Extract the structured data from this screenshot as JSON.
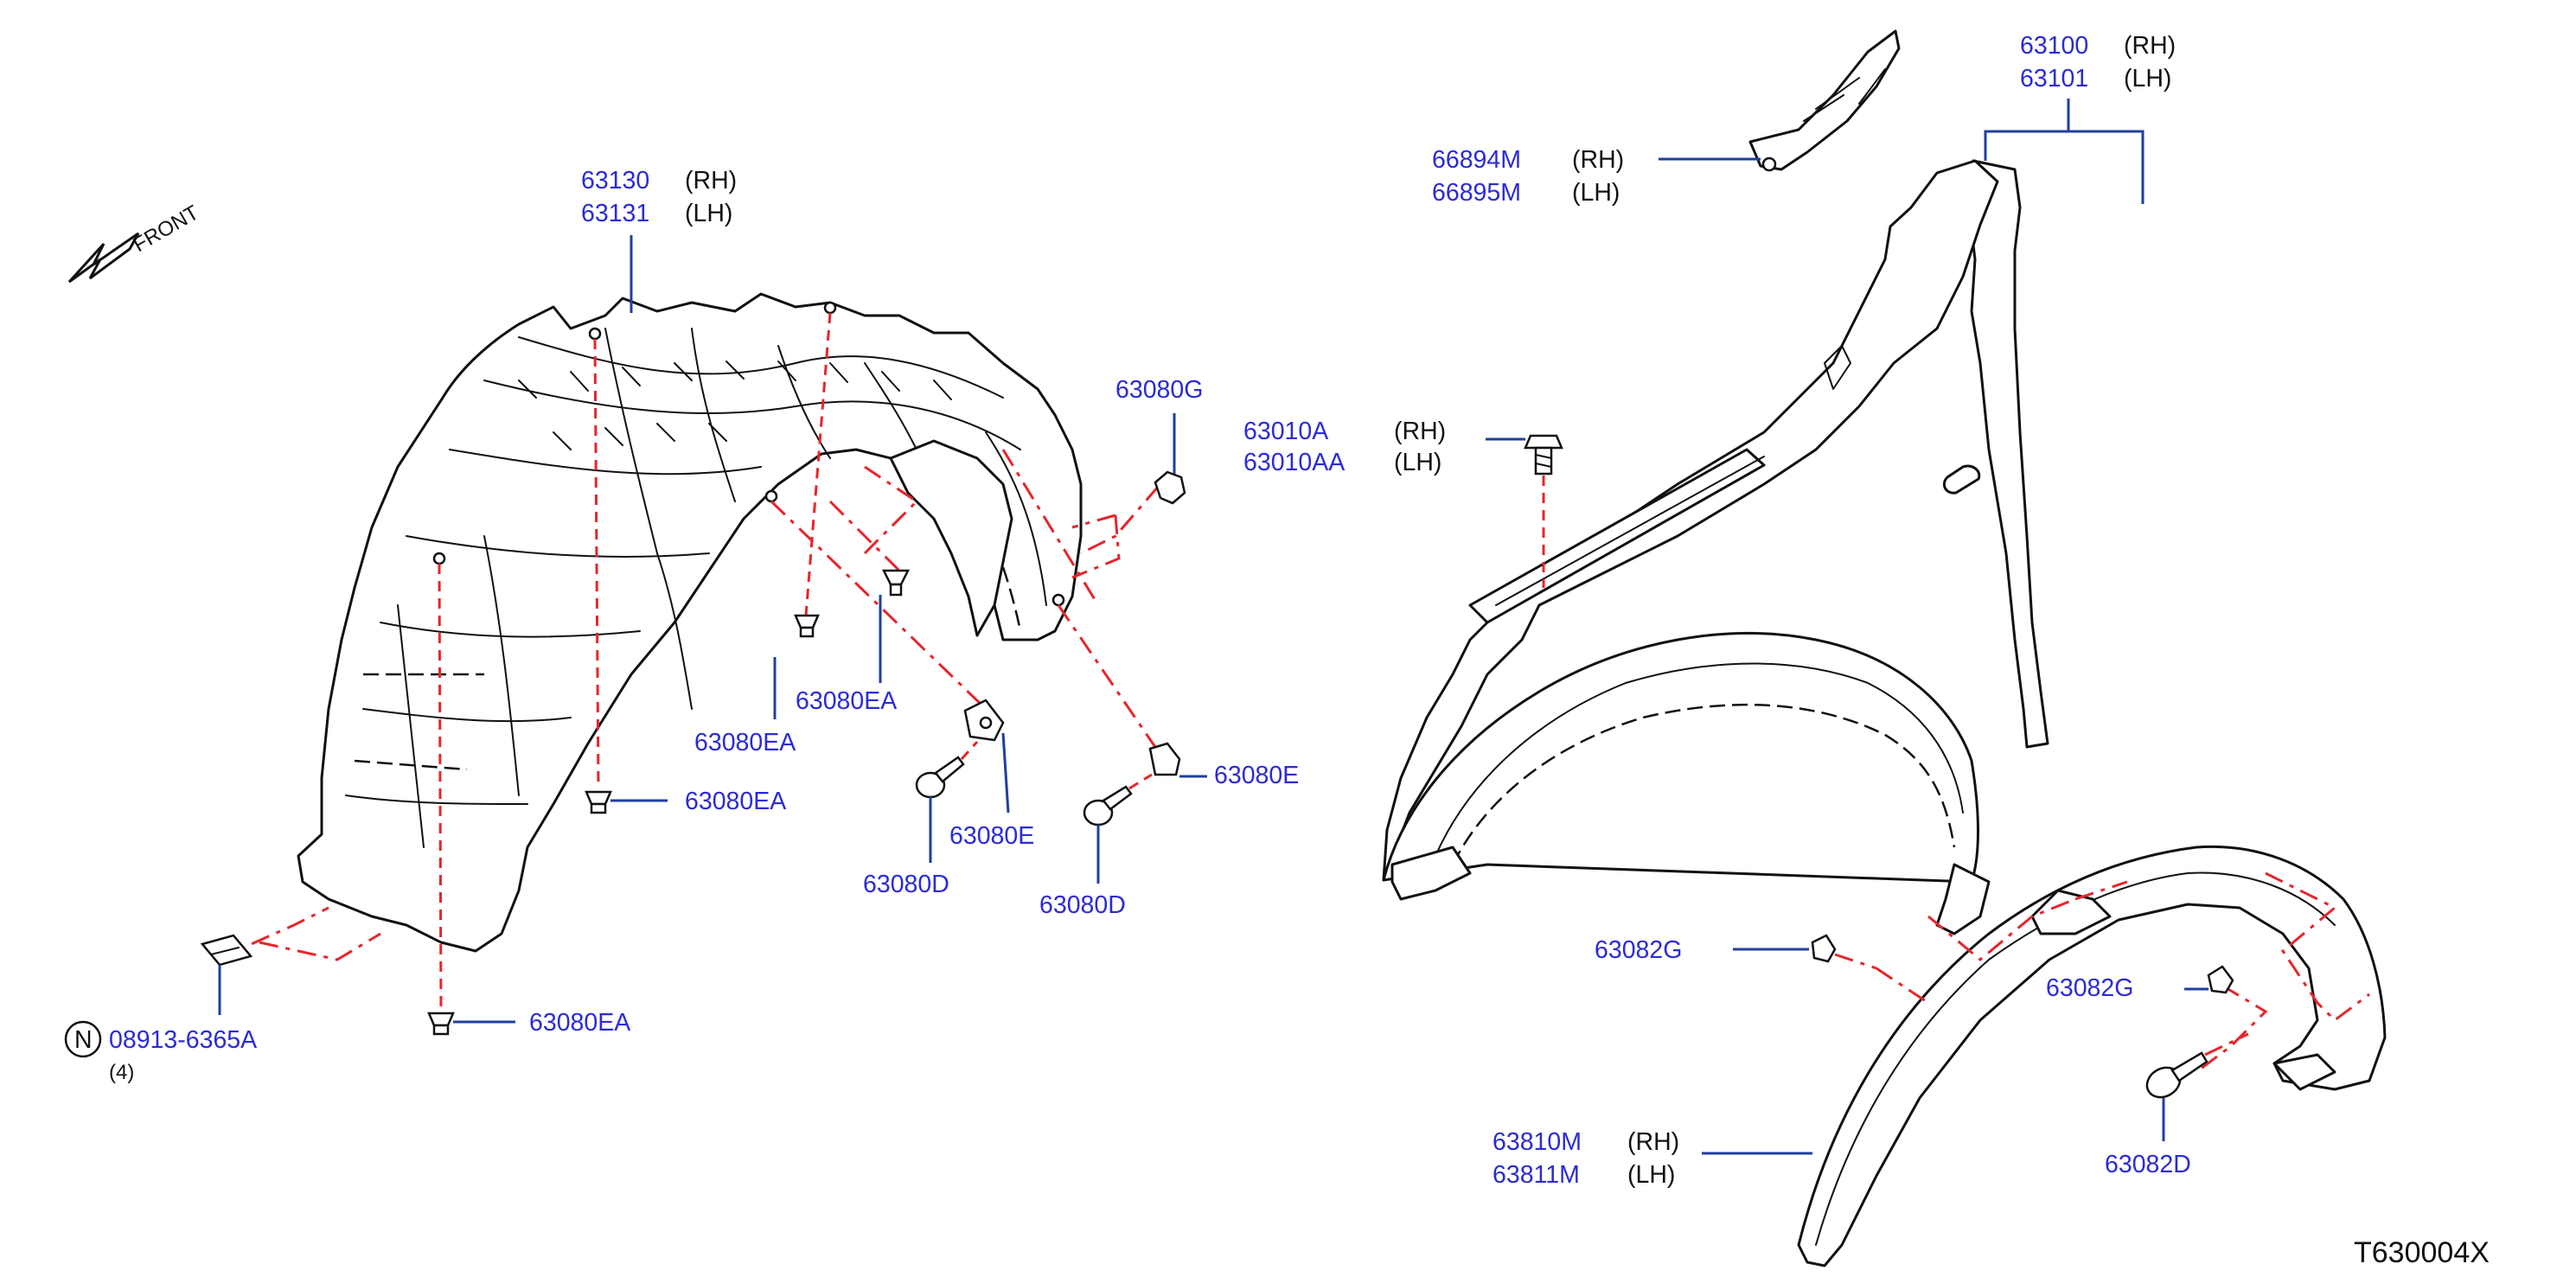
{
  "direction": {
    "label": "FRONT"
  },
  "callouts": {
    "liner": {
      "part_rh": "63130",
      "side_rh": "(RH)",
      "part_lh": "63131",
      "side_lh": "(LH)"
    },
    "fender": {
      "part_rh": "63100",
      "side_rh": "(RH)",
      "part_lh": "63101",
      "side_lh": "(LH)"
    },
    "bracket": {
      "part_rh": "66894M",
      "side_rh": "(RH)",
      "part_lh": "66895M",
      "side_lh": "(LH)"
    },
    "fender_bolt": {
      "part_rh": "63010A",
      "side_rh": "(RH)",
      "part_lh": "63010AA",
      "side_lh": "(LH)"
    },
    "moulding": {
      "part_rh": "63810M",
      "side_rh": "(RH)",
      "part_lh": "63811M",
      "side_lh": "(LH)"
    },
    "clip_g": "63080G",
    "clip_ea_upper_left": "63080EA",
    "clip_ea_upper_right": "63080EA",
    "clip_ea_mid": "63080EA",
    "clip_ea_bottom": "63080EA",
    "clip_e_mid": "63080E",
    "clip_e_right": "63080E",
    "screw_d_mid": "63080D",
    "screw_d_right": "63080D",
    "grommet_g_left": "63082G",
    "grommet_g_right": "63082G",
    "screw_82d": "63082D",
    "nut": {
      "symbol": "N",
      "part": "08913-6365A",
      "qty": "(4)"
    }
  },
  "illustration_code": "T630004X",
  "colors": {
    "callout_text": "#2b2bd6",
    "leader_line": "#1f3f9e",
    "indication_line": "#e5262b",
    "outline": "#111111"
  }
}
